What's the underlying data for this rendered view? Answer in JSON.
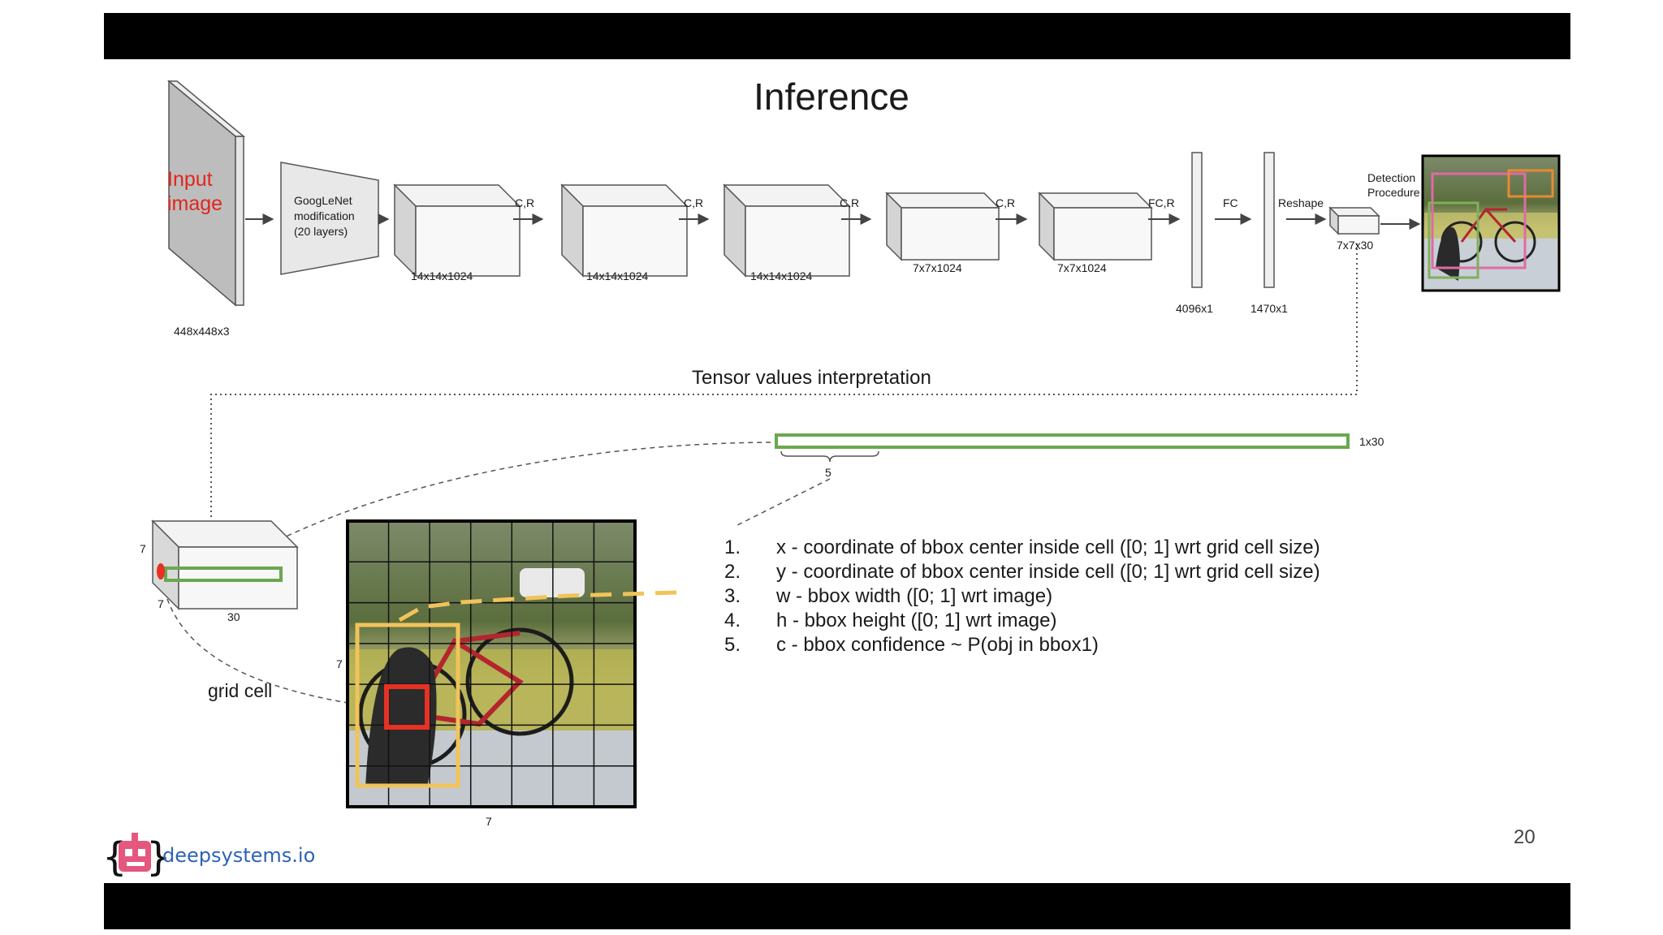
{
  "slide": {
    "title": "Inference",
    "page_number": "20",
    "brand": "deepsystems.io"
  },
  "network": {
    "input_label": "Input image",
    "input_dim": "448x448x3",
    "googlenet_label": [
      "GoogLeNet",
      "modification",
      "(20 layers)"
    ],
    "blocks": [
      {
        "dim": "14x14x1024",
        "op": "C,R"
      },
      {
        "dim": "14x14x1024",
        "op": "C,R"
      },
      {
        "dim": "14x14x1024",
        "op": "C,R"
      },
      {
        "dim": "7x7x1024",
        "op": "C,R"
      },
      {
        "dim": "7x7x1024",
        "op": "FC,R"
      }
    ],
    "fc_layers": [
      {
        "dim": "4096x1",
        "op": "FC"
      },
      {
        "dim": "1470x1",
        "op": "Reshape"
      }
    ],
    "output_dim": "7x7x30",
    "detection_label": [
      "Detection",
      "Procedure"
    ]
  },
  "interpretation": {
    "title": "Tensor values interpretation",
    "vector_label": "1x30",
    "brace_label": "5",
    "cube_dims": {
      "height": "7",
      "depth": "7",
      "width": "30"
    },
    "image_dims": {
      "height": "7",
      "width": "7"
    },
    "grid_cell_label": "grid cell",
    "items": [
      {
        "num": "1.",
        "text": "x - coordinate of bbox center inside cell ([0; 1] wrt grid cell size)"
      },
      {
        "num": "2.",
        "text": "y - coordinate of bbox center inside cell ([0; 1] wrt grid cell size)"
      },
      {
        "num": "3.",
        "text": "w - bbox width ([0; 1] wrt image)"
      },
      {
        "num": "4.",
        "text": "h - bbox height ([0; 1] wrt image)"
      },
      {
        "num": "5.",
        "text": "c - bbox confidence ~ P(obj in bbox1)"
      }
    ]
  },
  "colors": {
    "vector_green": "#6aa84f",
    "bbox_yellow": "#f1c35a",
    "cell_red": "#e53224",
    "input_label_red": "#e1261c",
    "brand_blue": "#2e63b7",
    "brand_pink": "#e4577e"
  }
}
